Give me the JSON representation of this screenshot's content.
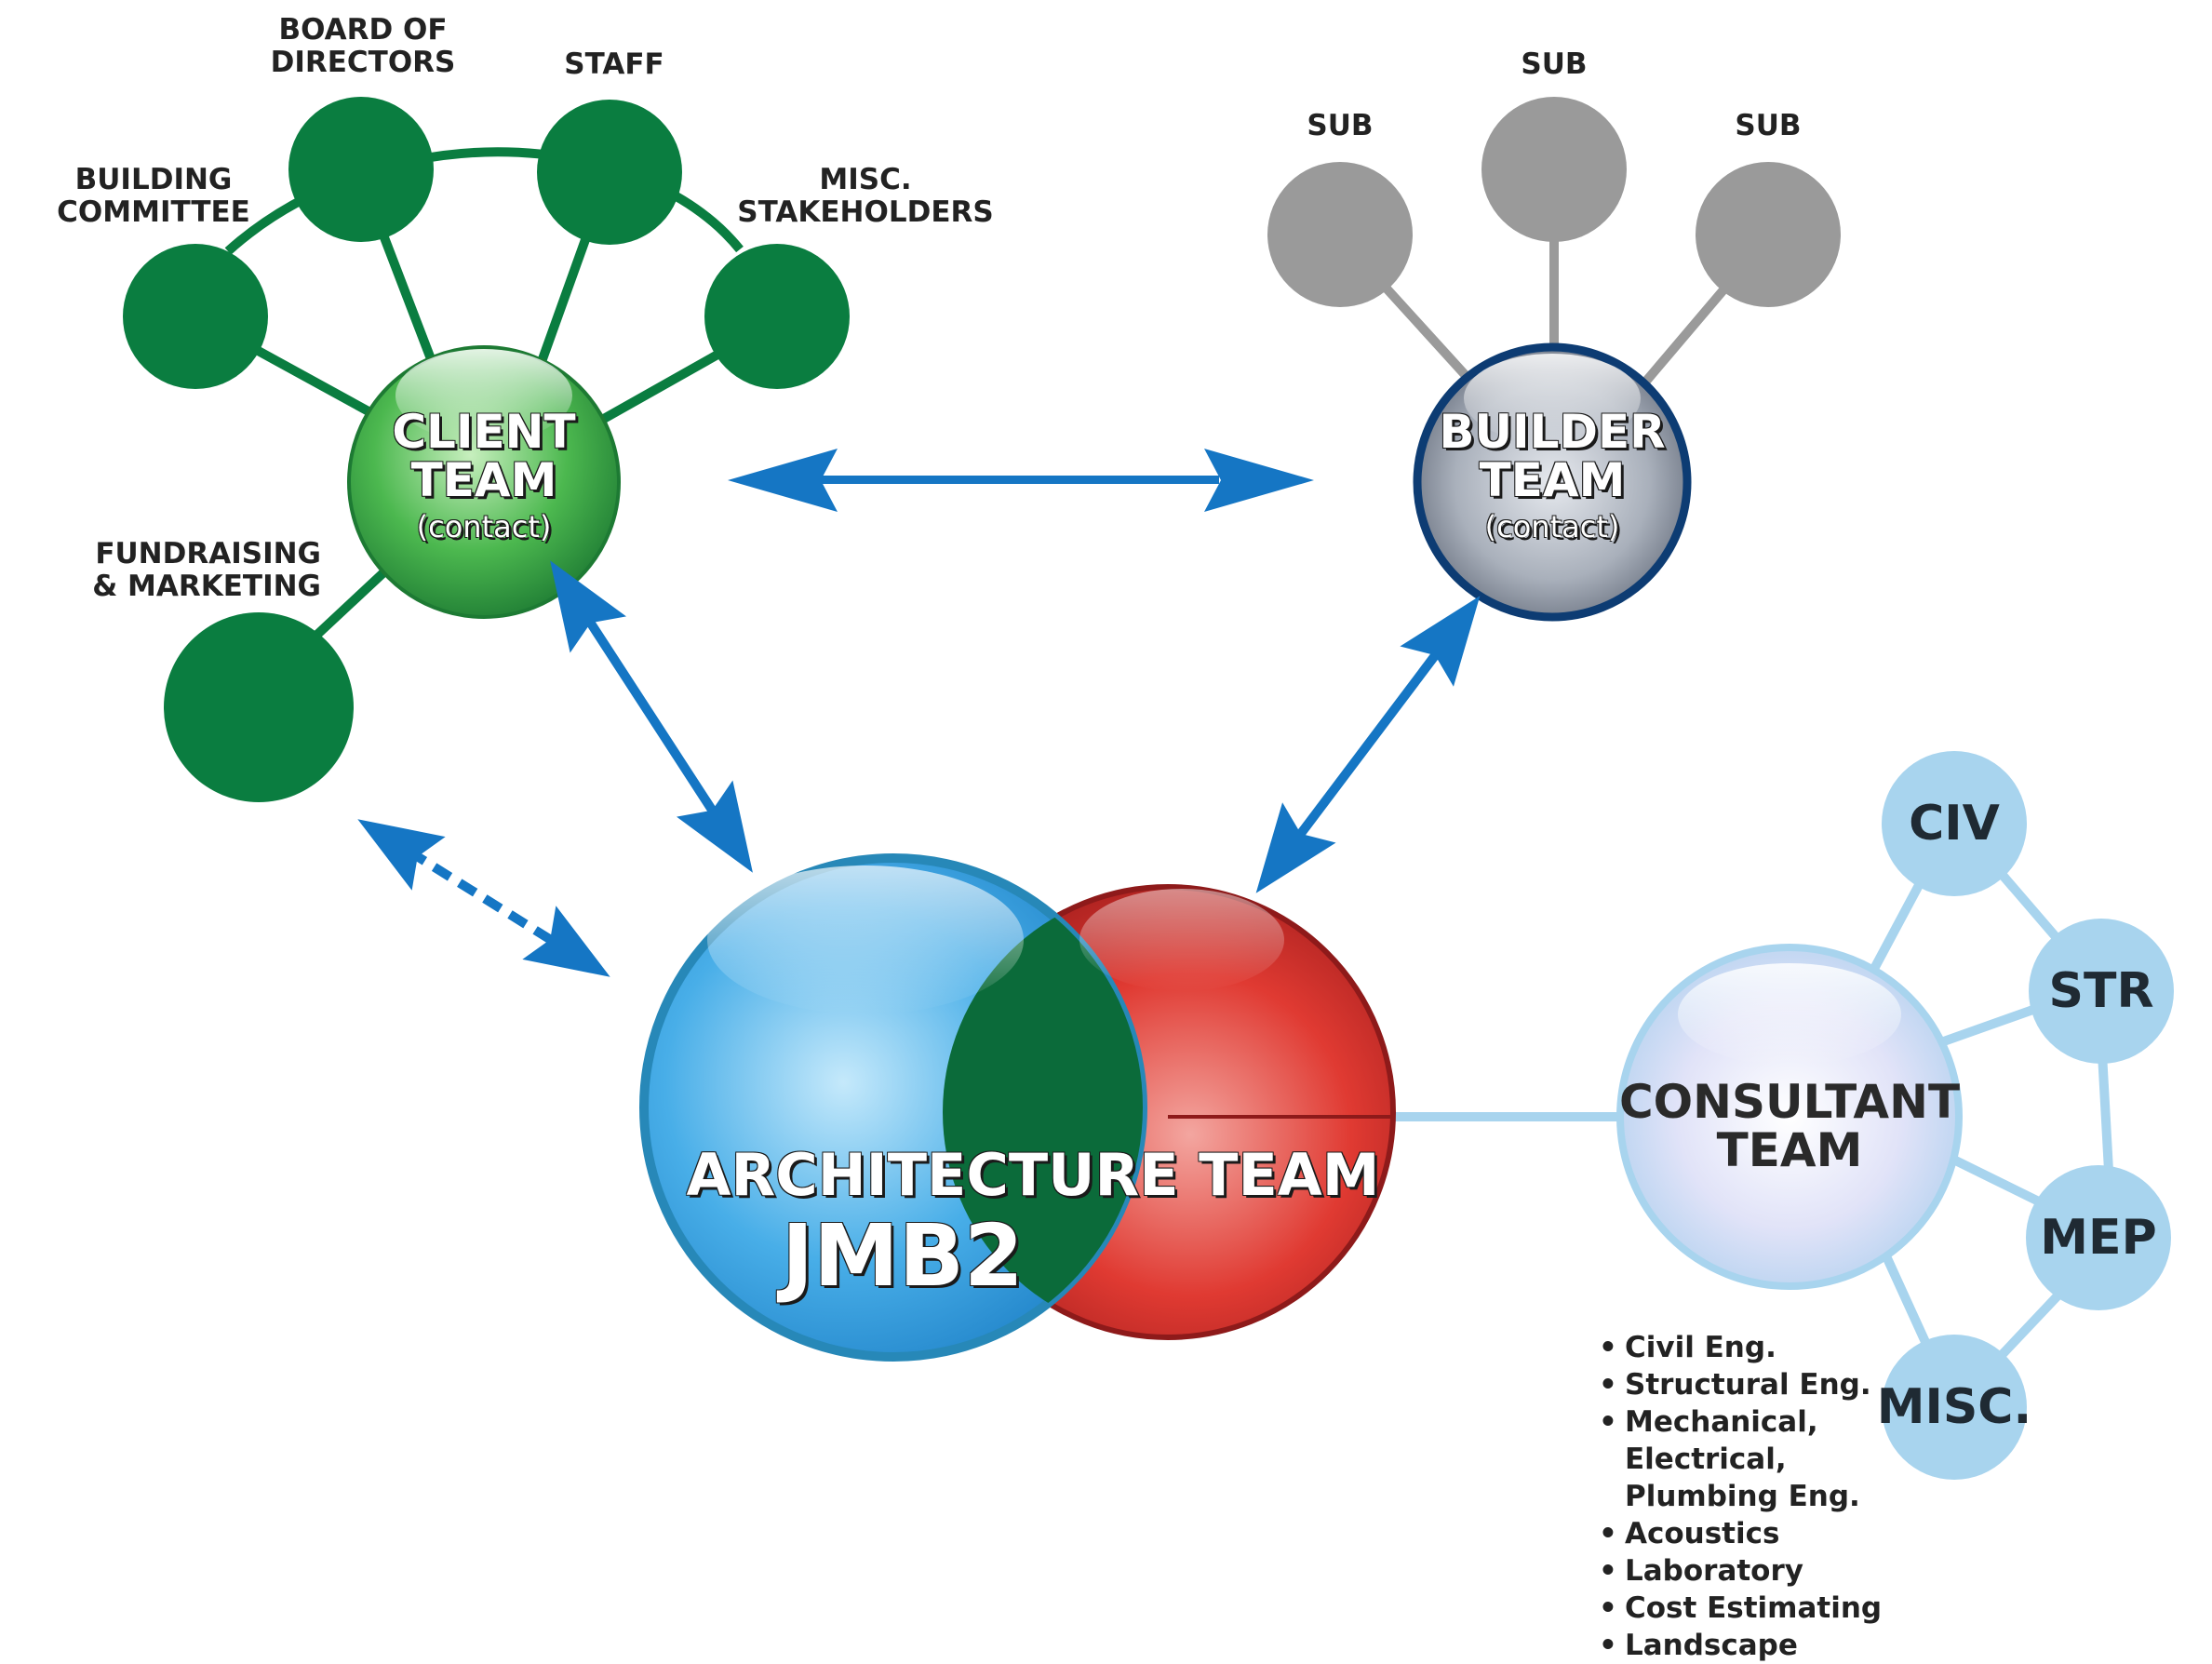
{
  "client": {
    "title_line1": "CLIENT",
    "title_line2": "TEAM",
    "subtitle": "(contact)",
    "nodes": {
      "building_committee": "BUILDING\nCOMMITTEE",
      "board": "BOARD OF\nDIRECTORS",
      "staff": "STAFF",
      "misc": "MISC.\nSTAKEHOLDERS",
      "fundraising": "FUNDRAISING\n& MARKETING"
    }
  },
  "builder": {
    "title_line1": "BUILDER",
    "title_line2": "TEAM",
    "subtitle": "(contact)",
    "subs": [
      "SUB",
      "SUB",
      "SUB"
    ]
  },
  "architecture": {
    "title": "ARCHITECTURE TEAM",
    "name": "JMB2"
  },
  "consultant": {
    "title_line1": "CONSULTANT",
    "title_line2": "TEAM",
    "nodes": [
      "CIV",
      "STR",
      "MEP",
      "MISC."
    ],
    "services": [
      "Civil Eng.",
      "Structural Eng.",
      "Mechanical,\nElectrical,\nPlumbing Eng.",
      "Acoustics",
      "Laboratory",
      "Cost Estimating",
      "Landscape"
    ]
  },
  "colors": {
    "client_green": "#0a7d40",
    "builder_gray": "#9a9a9a",
    "builder_navy": "#0d3c73",
    "consultant_blue": "#a8d4ee",
    "arrow_blue": "#1576c4",
    "arch_blue": "#3aa3e0",
    "arch_red": "#dd2a2a",
    "arch_overlap": "#0b6b3a"
  }
}
